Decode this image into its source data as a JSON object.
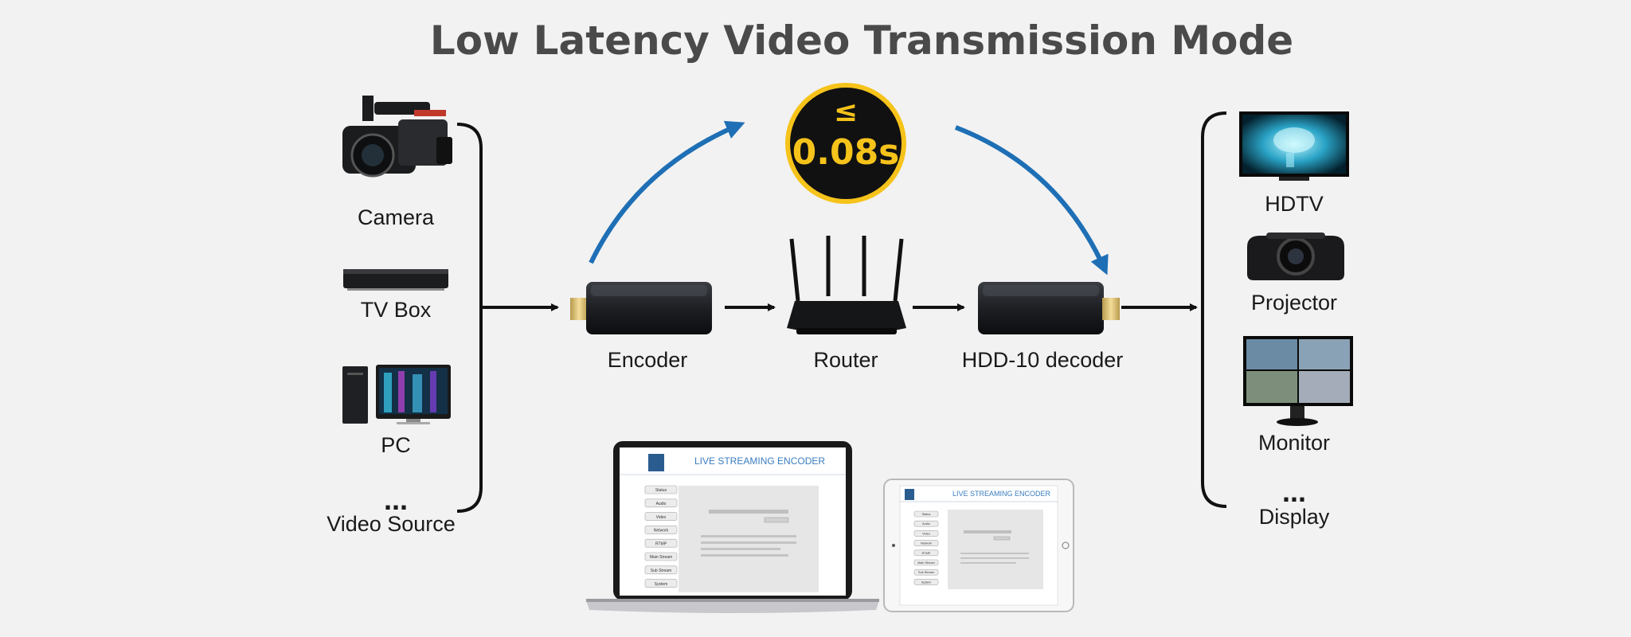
{
  "title": "Low Latency Video Transmission Mode",
  "latency": {
    "symbol": "≤",
    "value": "0.08s"
  },
  "sources": {
    "items": [
      "Camera",
      "TV Box",
      "PC"
    ],
    "more": "...",
    "caption": "Video Source"
  },
  "chain": {
    "encoder": "Encoder",
    "router": "Router",
    "decoder": "HDD-10 decoder"
  },
  "displays": {
    "items": [
      "HDTV",
      "Projector",
      "Monitor"
    ],
    "more": "...",
    "caption": "Display"
  },
  "web_ui": {
    "title": "LIVE STREAMING ENCODER",
    "menu": [
      "Status",
      "Audio",
      "Video",
      "Network",
      "RTMP",
      "Main Stream",
      "Sub Stream",
      "System"
    ]
  },
  "colors": {
    "arrow_blue": "#1e6fb5",
    "badge_yellow": "#f6c31b",
    "badge_bg": "#111111"
  }
}
